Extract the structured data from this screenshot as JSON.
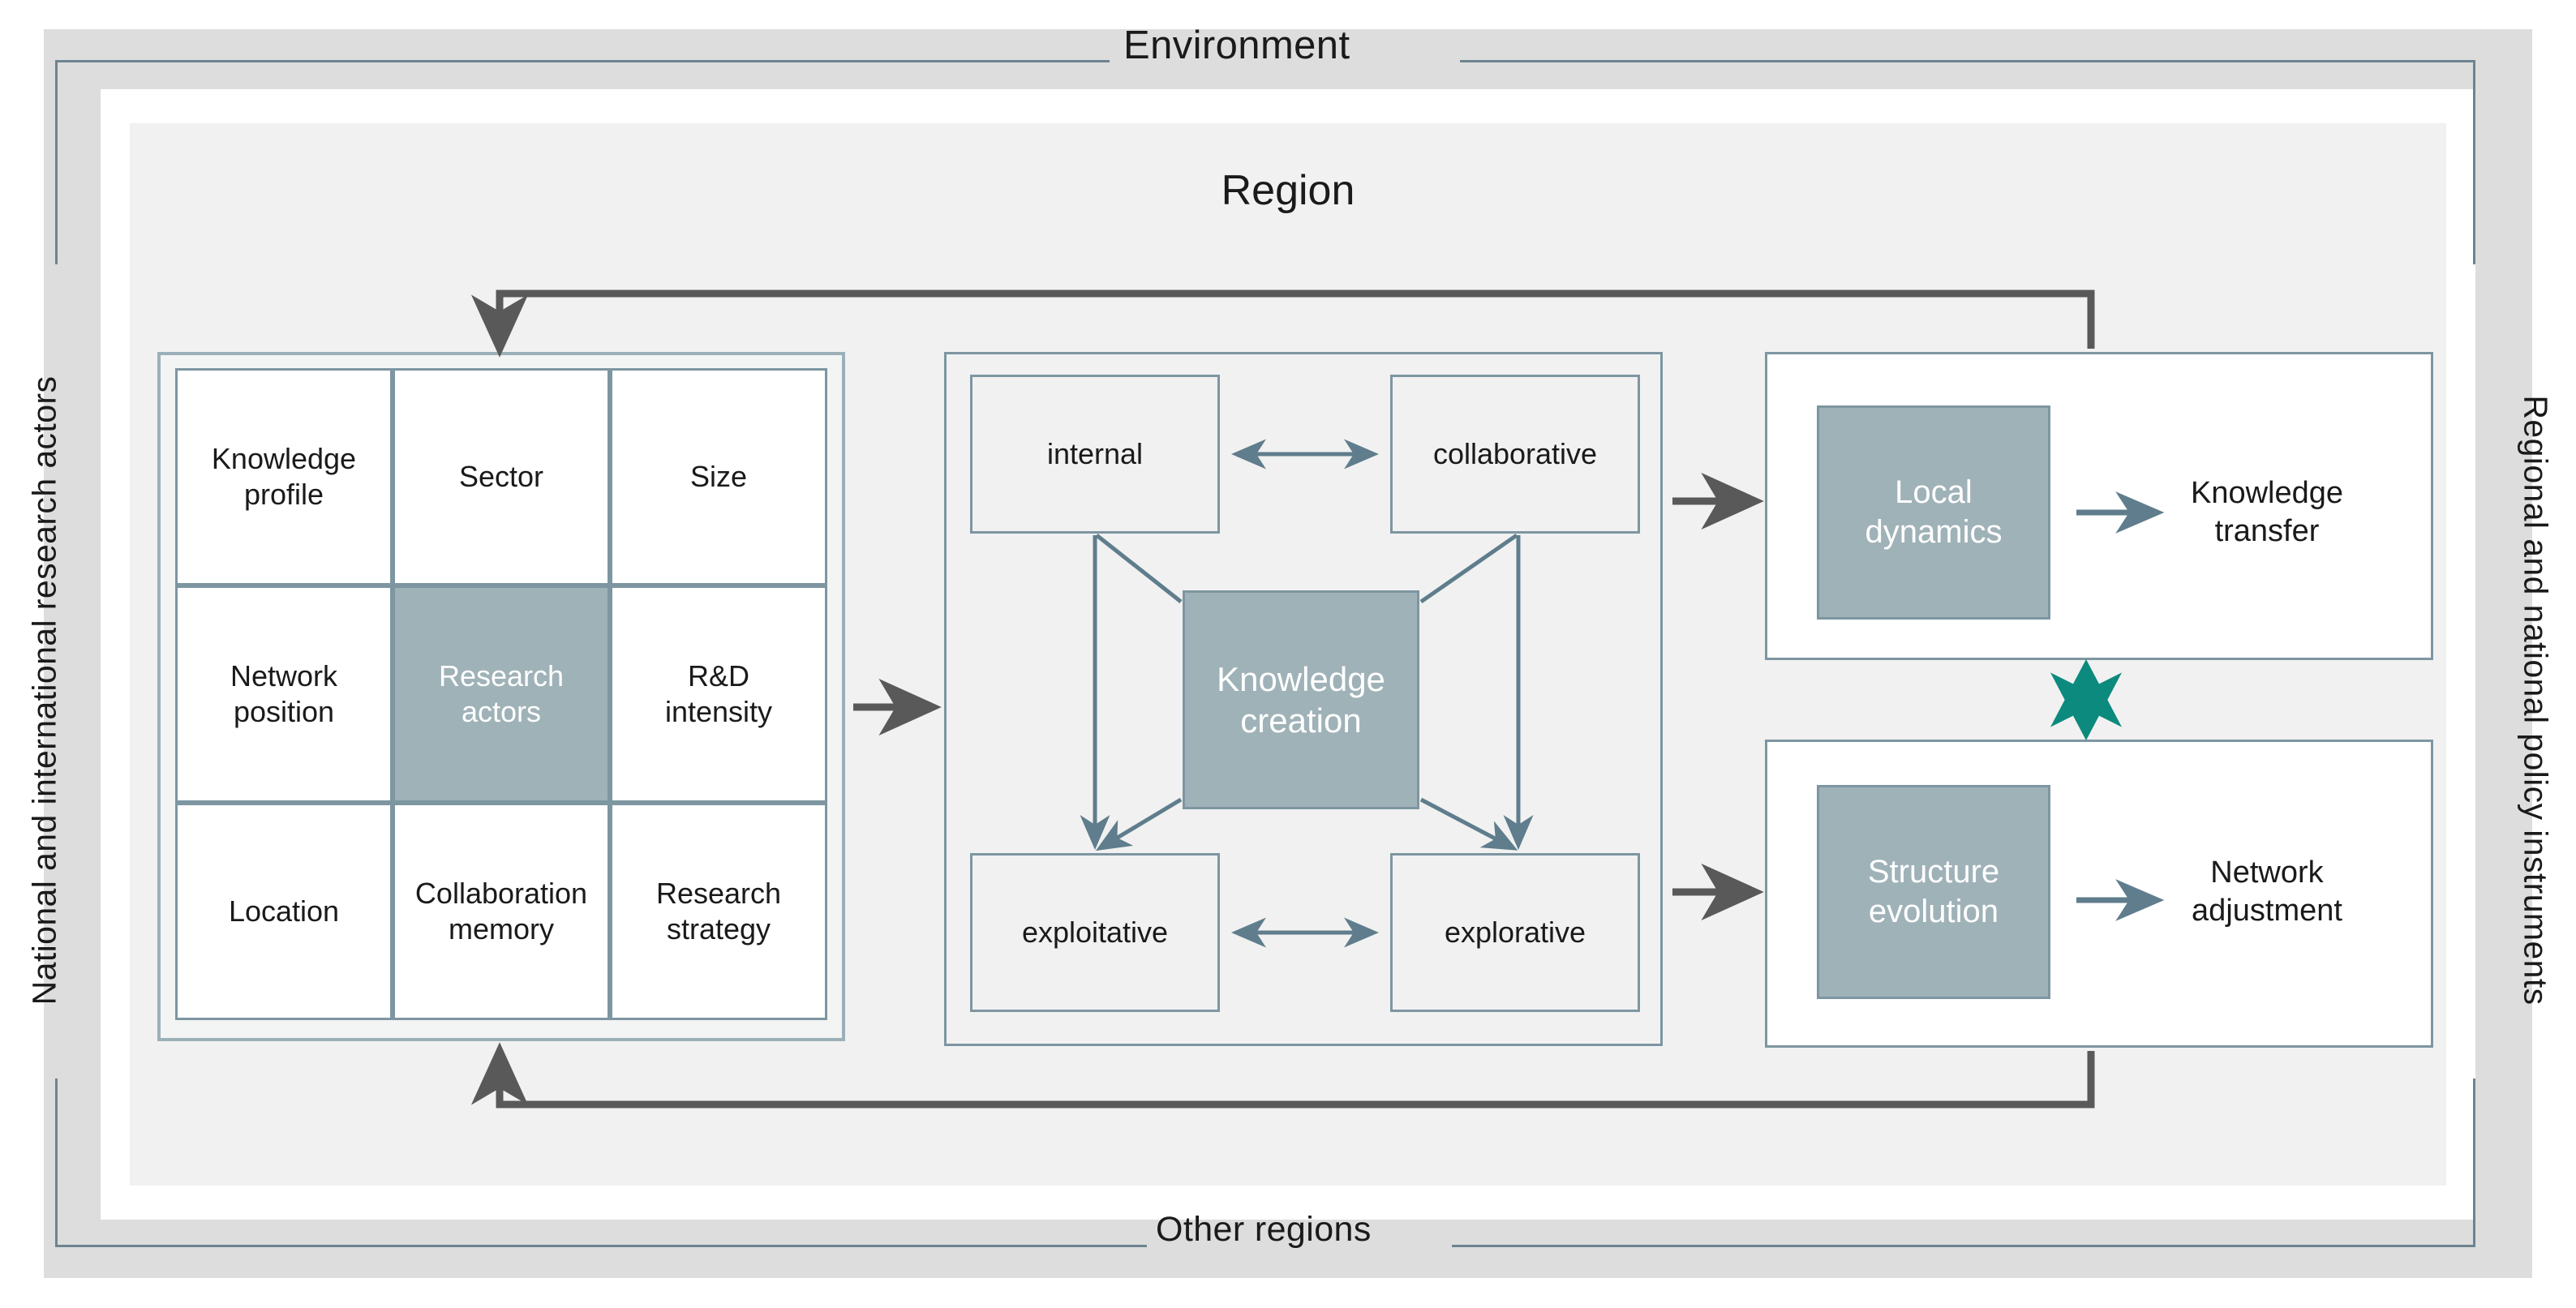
{
  "frame": {
    "top_label": "Environment",
    "bottom_label": "Other regions",
    "left_label": "National and international  research actors",
    "right_label": "Regional and national policy instruments",
    "region_title": "Region"
  },
  "colors": {
    "accent_fill": "#9fb2b8",
    "box_border": "#7d96a1",
    "frame_band": "#dddddd",
    "region_bg": "#f1f1f1",
    "arrow_dark": "#595959",
    "arrow_teal": "#0b8a7d",
    "arrow_blue": "#5f7d8c"
  },
  "actor_grid": {
    "name": "Research actor attributes",
    "cells": [
      {
        "label": "Knowledge\nprofile",
        "accent": false
      },
      {
        "label": "Sector",
        "accent": false
      },
      {
        "label": "Size",
        "accent": false
      },
      {
        "label": "Network\nposition",
        "accent": false
      },
      {
        "label": "Research\nactors",
        "accent": true
      },
      {
        "label": "R&D\nintensity",
        "accent": false
      },
      {
        "label": "Location",
        "accent": false
      },
      {
        "label": "Collaboration\nmemory",
        "accent": false
      },
      {
        "label": "Research\nstrategy",
        "accent": false
      }
    ]
  },
  "knowledge_panel": {
    "center": "Knowledge\ncreation",
    "top_left": "internal",
    "top_right": "collaborative",
    "bottom_left": "exploitative",
    "bottom_right": "explorative"
  },
  "outcome_panels": [
    {
      "driver": "Local\ndynamics",
      "result": "Knowledge\ntransfer"
    },
    {
      "driver": "Structure\nevolution",
      "result": "Network\nadjustment"
    }
  ],
  "connectors": {
    "grid_to_knowledge": "arrow-right",
    "knowledge_to_local_dynamics": "arrow-right",
    "knowledge_to_structure_evolution": "arrow-right",
    "local_to_structure": "double-arrow-vertical-teal",
    "feedback_top": "arrow-loop-top-to-grid",
    "feedback_bottom": "arrow-loop-bottom-to-grid",
    "internal_collaborative": "double-arrow-horizontal",
    "exploitative_explorative": "double-arrow-horizontal"
  }
}
